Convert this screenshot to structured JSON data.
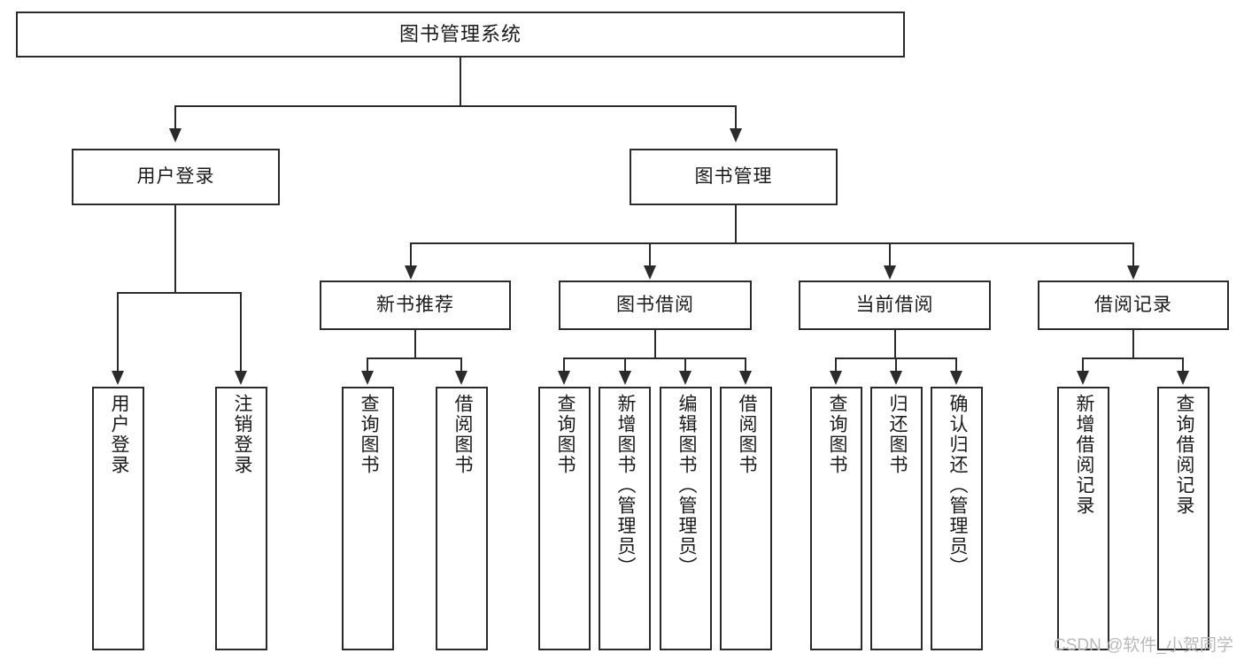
{
  "diagram": {
    "title": "图书管理系统",
    "type": "function-structure-tree",
    "root": {
      "label": "图书管理系统"
    },
    "level2": [
      {
        "label": "用户登录"
      },
      {
        "label": "图书管理"
      }
    ],
    "level3": [
      {
        "label": "新书推荐"
      },
      {
        "label": "图书借阅"
      },
      {
        "label": "当前借阅"
      },
      {
        "label": "借阅记录"
      }
    ],
    "leaves": {
      "user_login": [
        {
          "label": "用户登录"
        },
        {
          "label": "注销登录"
        }
      ],
      "new_book_recommend": [
        {
          "label": "查询图书"
        },
        {
          "label": "借阅图书"
        }
      ],
      "book_borrow": [
        {
          "label": "查询图书"
        },
        {
          "label": "新增图书（管理员）"
        },
        {
          "label": "编辑图书（管理员）"
        },
        {
          "label": "借阅图书"
        }
      ],
      "current_borrow": [
        {
          "label": "查询图书"
        },
        {
          "label": "归还图书"
        },
        {
          "label": "确认归还（管理员）"
        }
      ],
      "borrow_record": [
        {
          "label": "新增借阅记录"
        },
        {
          "label": "查询借阅记录"
        }
      ]
    }
  },
  "watermark": {
    "text": "CSDN @软件_小贺同学"
  },
  "colors": {
    "line": "#2b2b2b",
    "box_fill": "#ffffff",
    "text": "#1a1a1a",
    "watermark": "#b9b9b9"
  }
}
